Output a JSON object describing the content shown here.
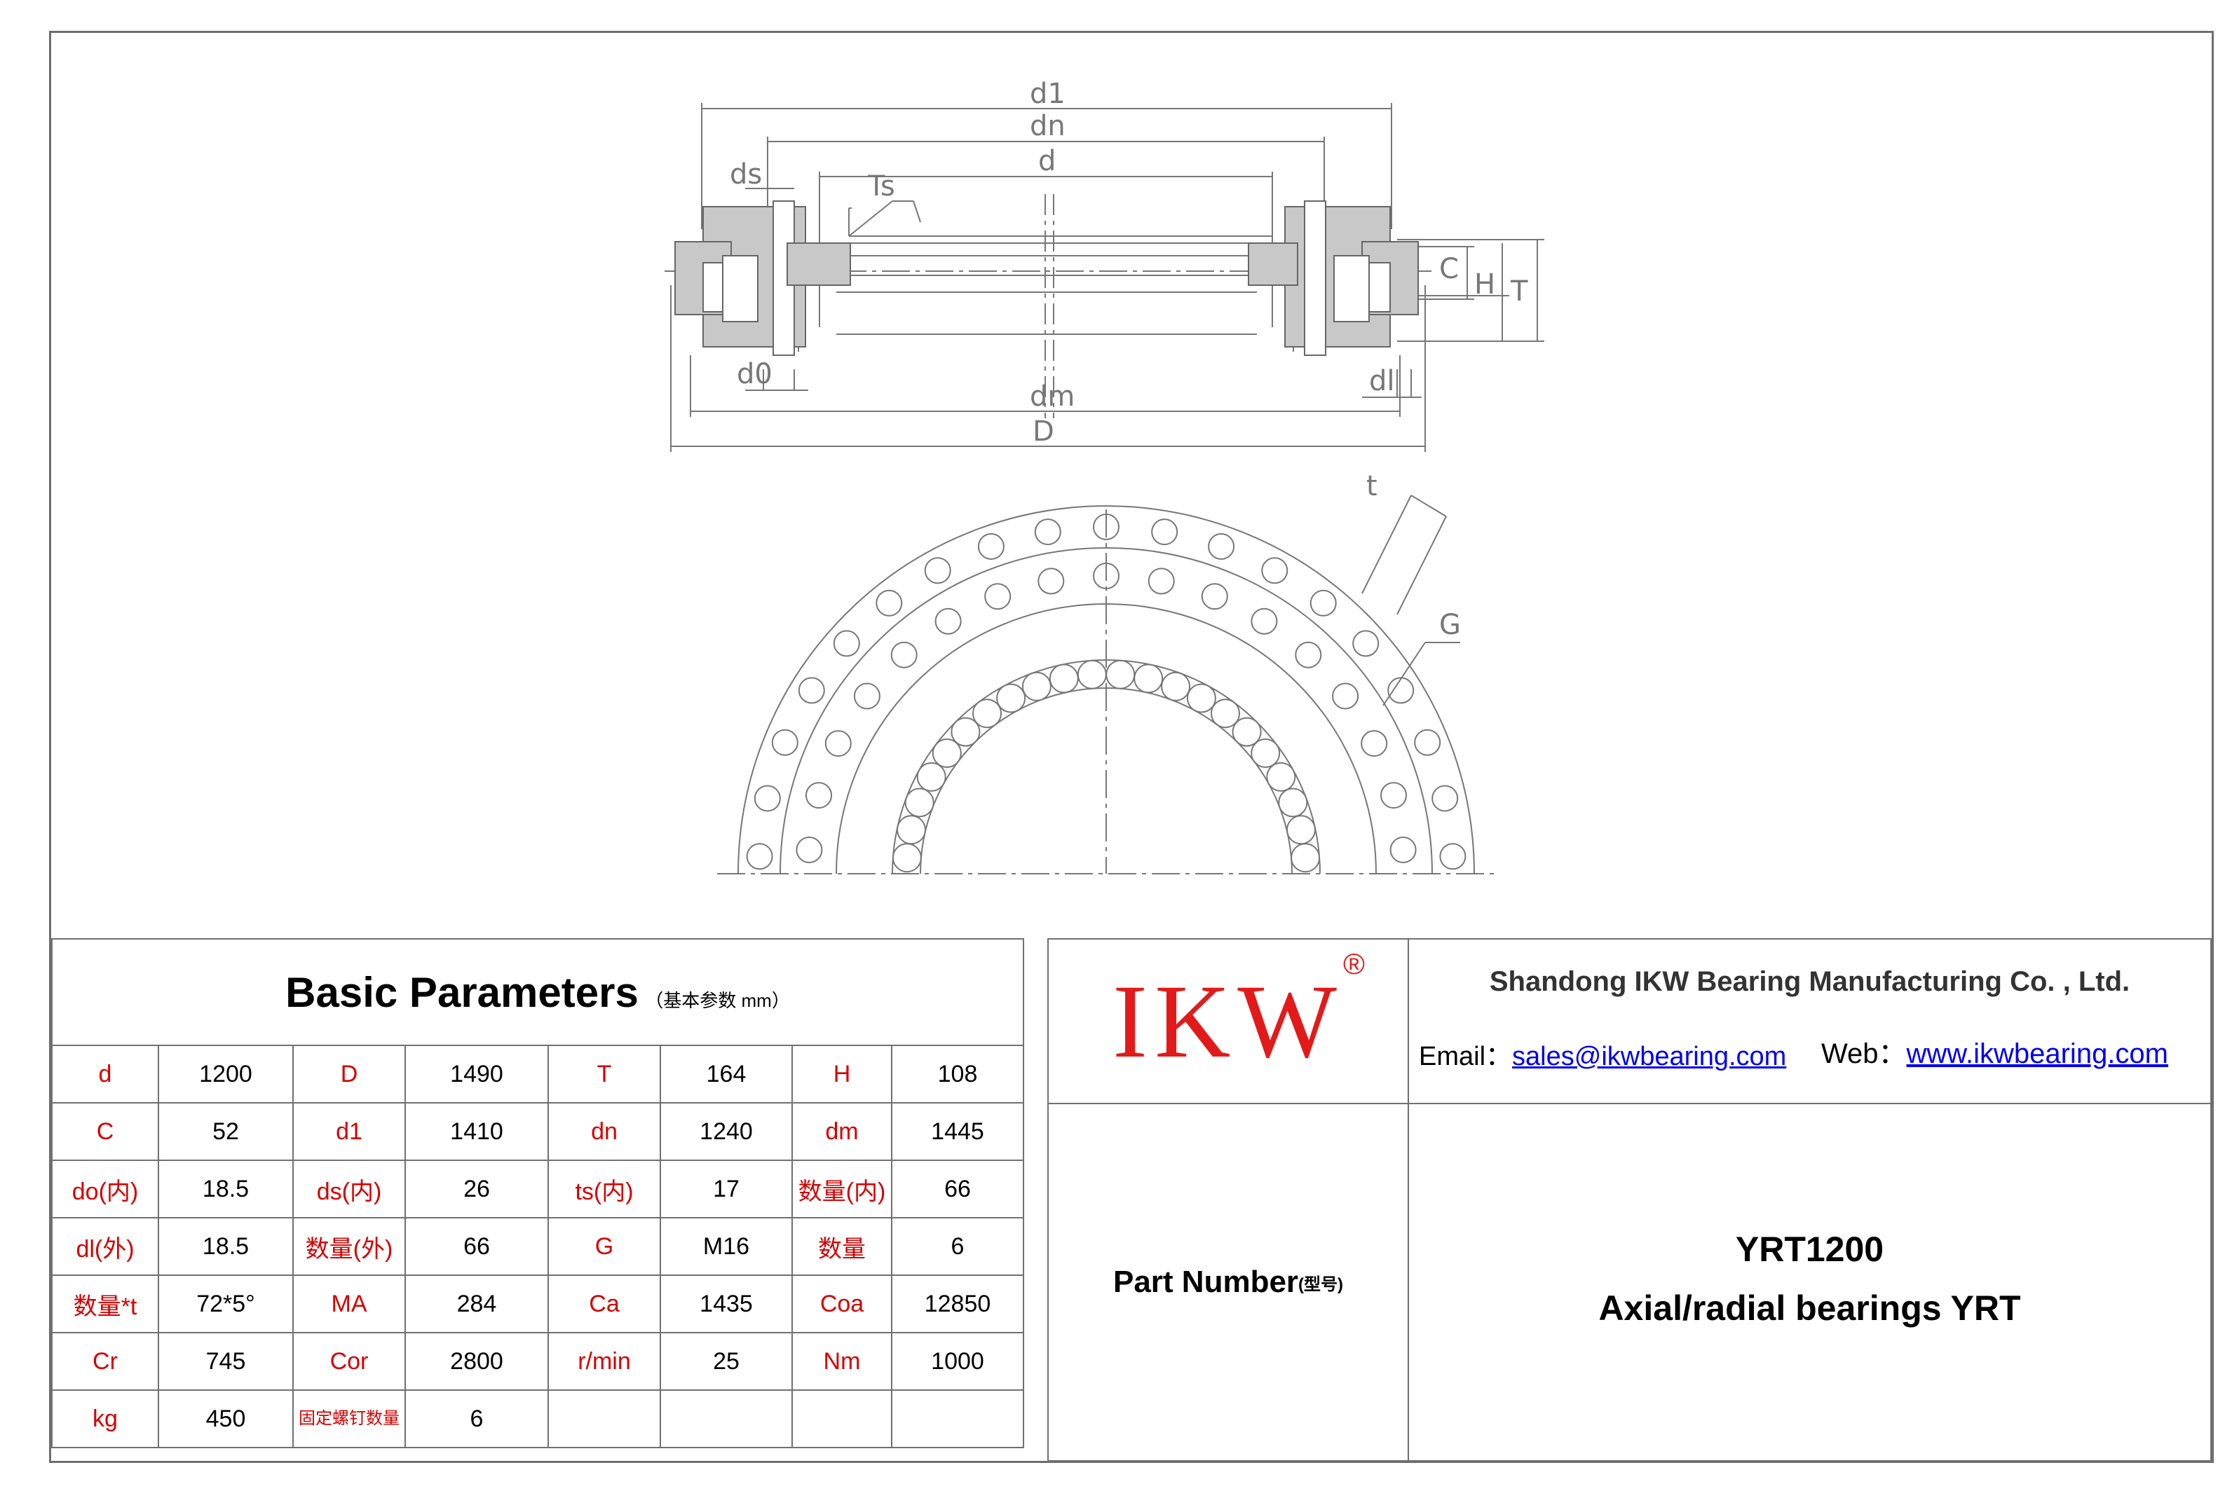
{
  "drawing": {
    "section_labels": {
      "d1": "d1",
      "dn": "dn",
      "d": "d",
      "ds": "ds",
      "ts": "Ts",
      "c": "C",
      "h": "H",
      "t": "T",
      "d0": "d0",
      "dl": "dl",
      "dm": "dm",
      "D": "D"
    },
    "plan_labels": {
      "t": "t",
      "g": "G"
    }
  },
  "params": {
    "title": "Basic Parameters",
    "subtitle": "（基本参数 mm）",
    "rows": [
      [
        "d",
        "1200",
        "D",
        "1490",
        "T",
        "164",
        "H",
        "108"
      ],
      [
        "C",
        "52",
        "d1",
        "1410",
        "dn",
        "1240",
        "dm",
        "1445"
      ],
      [
        "do(内)",
        "18.5",
        "ds(内)",
        "26",
        "ts(内)",
        "17",
        "数量(内)",
        "66"
      ],
      [
        "dl(外)",
        "18.5",
        "数量(外)",
        "66",
        "G",
        "M16",
        "数量",
        "6"
      ],
      [
        "数量*t",
        "72*5°",
        "MA",
        "284",
        "Ca",
        "1435",
        "Coa",
        "12850"
      ],
      [
        "Cr",
        "745",
        "Cor",
        "2800",
        "r/min",
        "25",
        "Nm",
        "1000"
      ],
      [
        "kg",
        "450",
        "固定螺钉数量",
        "6",
        "",
        "",
        "",
        ""
      ]
    ]
  },
  "logo": {
    "text": "IKW",
    "reg": "®",
    "color": "#e31a1a"
  },
  "company": {
    "name": "Shandong IKW Bearing Manufacturing Co. , Ltd.",
    "email_label": "Email：",
    "email": "sales@ikwbearing.com",
    "web_label": "Web：",
    "web": "www.ikwbearing.com"
  },
  "part": {
    "label": "Part Number",
    "label_sub": "(型号)",
    "model": "YRT1200",
    "description": "Axial/radial bearings YRT"
  }
}
